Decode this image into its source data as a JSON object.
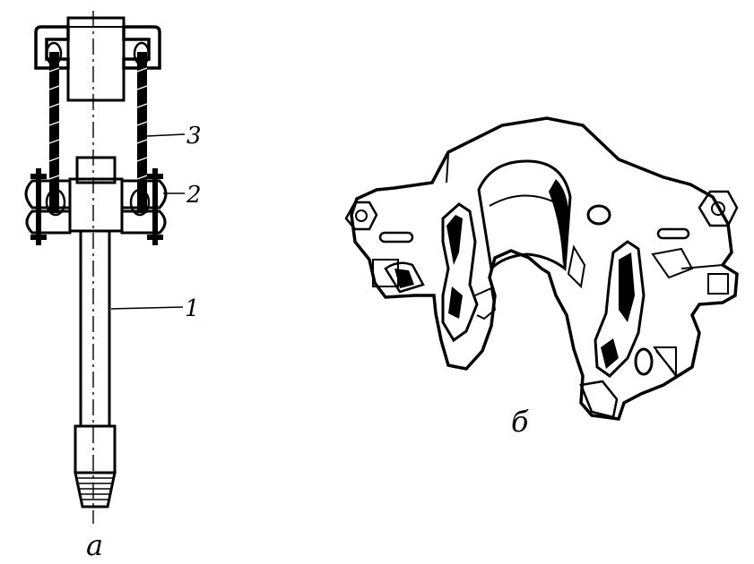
{
  "figure_a": {
    "caption": "а",
    "callouts": [
      {
        "id": "1",
        "label": "1"
      },
      {
        "id": "2",
        "label": "2"
      },
      {
        "id": "3",
        "label": "3"
      }
    ]
  },
  "figure_b": {
    "caption": "б"
  },
  "colors": {
    "ink": "#000000",
    "paper": "#ffffff"
  }
}
